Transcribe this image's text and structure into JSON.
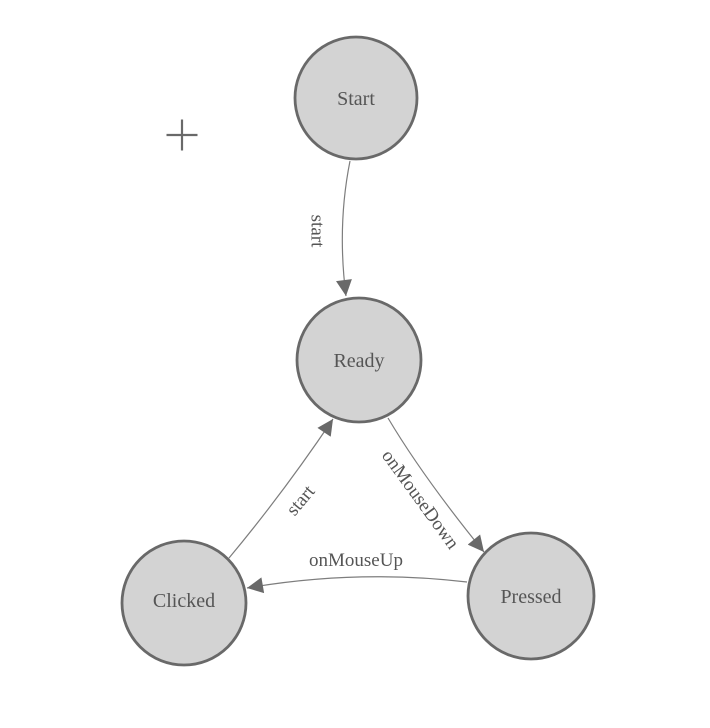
{
  "colors": {
    "canvas_bg": "#ffffff",
    "node_fill": "#d3d3d3",
    "node_stroke": "#696969",
    "edge_stroke": "#7d7d7d",
    "arrow_fill": "#696969",
    "label_color": "#555555",
    "plus_color": "#696969"
  },
  "diagram": {
    "type": "state-machine",
    "nodes": [
      {
        "id": "start",
        "label": "Start"
      },
      {
        "id": "ready",
        "label": "Ready"
      },
      {
        "id": "clicked",
        "label": "Clicked"
      },
      {
        "id": "pressed",
        "label": "Pressed"
      }
    ],
    "edges": [
      {
        "id": "start-to-ready",
        "from": "Start",
        "to": "Ready",
        "label": "start"
      },
      {
        "id": "clicked-to-ready",
        "from": "Clicked",
        "to": "Ready",
        "label": "start"
      },
      {
        "id": "ready-to-pressed",
        "from": "Ready",
        "to": "Pressed",
        "label": "onMouseDown"
      },
      {
        "id": "pressed-to-clicked",
        "from": "Pressed",
        "to": "Clicked",
        "label": "onMouseUp"
      }
    ],
    "icons": [
      {
        "name": "plus-icon",
        "glyph": "+"
      }
    ]
  }
}
